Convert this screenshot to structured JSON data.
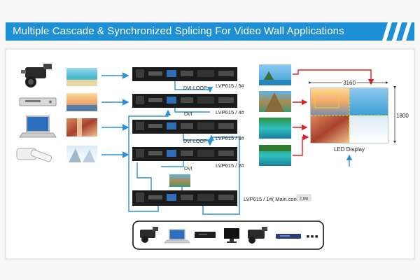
{
  "banner": {
    "title": "Multiple Cascade & Synchronized Splicing For Video Wall Applications",
    "background_color": "#1d8fd7"
  },
  "processors": [
    {
      "label": "LVP615 / 5#"
    },
    {
      "label": "LVP615 / 4#"
    },
    {
      "label": "LVP615 / 3#"
    },
    {
      "label": "LVP615 / 2#"
    },
    {
      "label": "LVP615 / 1#( Main.contr"
    }
  ],
  "connections": {
    "loop_1": "DVI-LOOP",
    "dvi_1": "DVI",
    "loop_2": "DVI-LOOP",
    "dvi_2": "DVI"
  },
  "led_display": {
    "label": "LED Display",
    "width_value": "3160",
    "height_value": "1800"
  },
  "badge": {
    "text": "2.jpg"
  },
  "sources_tray": {
    "ellipsis": "■ ■ ■"
  },
  "colors": {
    "arrow": "#2a8fd8",
    "wire": "#2a8fd8",
    "red_arrow": "#e02020",
    "device": "#1b1b1b"
  }
}
